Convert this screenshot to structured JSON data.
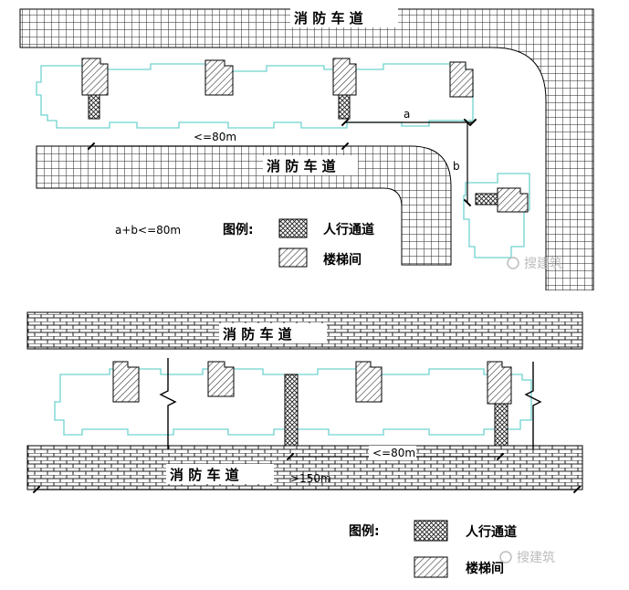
{
  "panel_top": {
    "road_top_label": "消 防 车 道",
    "road_mid_label": "消 防 车 道",
    "dim_a": "a",
    "dim_b": "b",
    "dim_80": "<=80m",
    "formula": "a+b<=80m",
    "legend_title": "图例:",
    "legend_walkway": "人行通道",
    "legend_stair": "楼梯间",
    "watermark": "搜建筑"
  },
  "panel_bottom": {
    "road_top_label": "消 防 车 道",
    "road_bottom_label": "消 防 车 道",
    "dim_150": ">150m",
    "dim_80": "<=80m",
    "legend_title": "图例:",
    "legend_walkway": "人行通道",
    "legend_stair": "楼梯间",
    "watermark": "搜建筑"
  },
  "colors": {
    "building_outline": "#6fd3cf",
    "road_fill": "#ffffff",
    "ink": "#000000",
    "separator": "#ffffff"
  }
}
